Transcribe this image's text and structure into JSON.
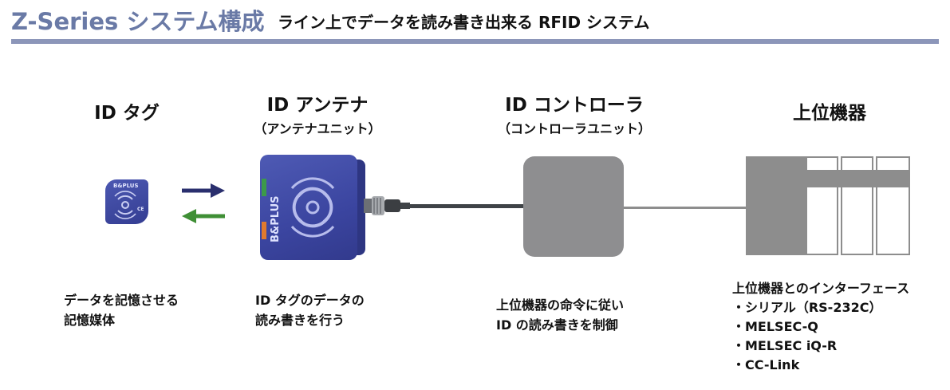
{
  "header": {
    "title": "Z-Series システム構成",
    "subtitle": "ライン上でデータを読み書き出来る RFID システム"
  },
  "columns": [
    {
      "heading": "ID タグ",
      "subheading": "",
      "description": [
        "データを記憶させる",
        "記憶媒体"
      ]
    },
    {
      "heading": "ID アンテナ",
      "subheading": "（アンテナユニット）",
      "description": [
        "ID タグのデータの",
        "読み書きを行う"
      ]
    },
    {
      "heading": "ID コントローラ",
      "subheading": "（コントローラユニット）",
      "description": [
        "上位機器の命令に従い",
        "ID の読み書きを制御"
      ]
    },
    {
      "heading": "上位機器",
      "subheading": "",
      "description": [
        "上位機器とのインターフェース",
        "・シリアル（RS-232C）",
        "・MELSEC-Q",
        "・MELSEC iQ-R",
        "・CC-Link"
      ]
    }
  ],
  "device_labels": {
    "tag_brand": "B&PLUS",
    "antenna_brand": "B&PLUS",
    "tag_mark": "CE"
  },
  "colors": {
    "title": "#6a7aa6",
    "rule": "#8c96b9",
    "device_blue": "#3b45a0",
    "arrow_navy": "#2a2f6e",
    "arrow_green": "#3f8f35",
    "gray_box": "#8e8e90"
  },
  "icons": [
    "arrow-right-icon",
    "arrow-left-icon",
    "rfid-wave-icon"
  ]
}
